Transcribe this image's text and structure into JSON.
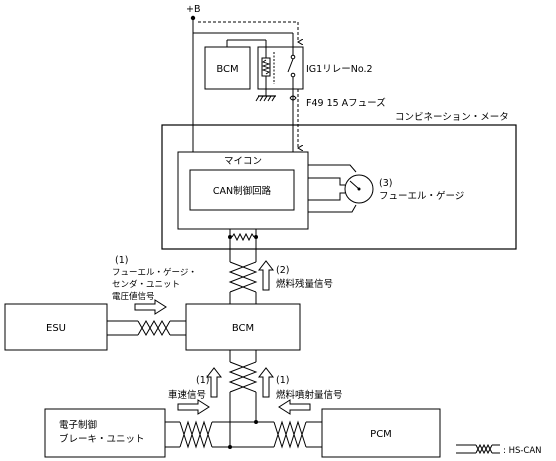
{
  "supply": "+B",
  "bcm_top": "BCM",
  "relay": "IG1リレーNo.2",
  "fuse": "F49 15 Aフューズ",
  "meter": "コンビネーション・メータ",
  "micom": "マイコン",
  "can_circuit": "CAN制御回路",
  "gauge_num": "(3)",
  "gauge": "フューエル・ゲージ",
  "esu": "ESU",
  "bcm_mid": "BCM",
  "pcm": "PCM",
  "ebcu_line1": "電子制御",
  "ebcu_line2": "ブレーキ・ユニット",
  "sig_sender_num": "(1)",
  "sig_sender_1": "フューエル・ゲージ・",
  "sig_sender_2": "センダ・ユニット",
  "sig_sender_3": "電圧値信号",
  "sig_remain_num": "(2)",
  "sig_remain": "燃料残量信号",
  "sig_speed_num": "(1)",
  "sig_speed": "車速信号",
  "sig_inject_num": "(1)",
  "sig_inject": "燃料噴射量信号",
  "legend": ": HS-CAN"
}
